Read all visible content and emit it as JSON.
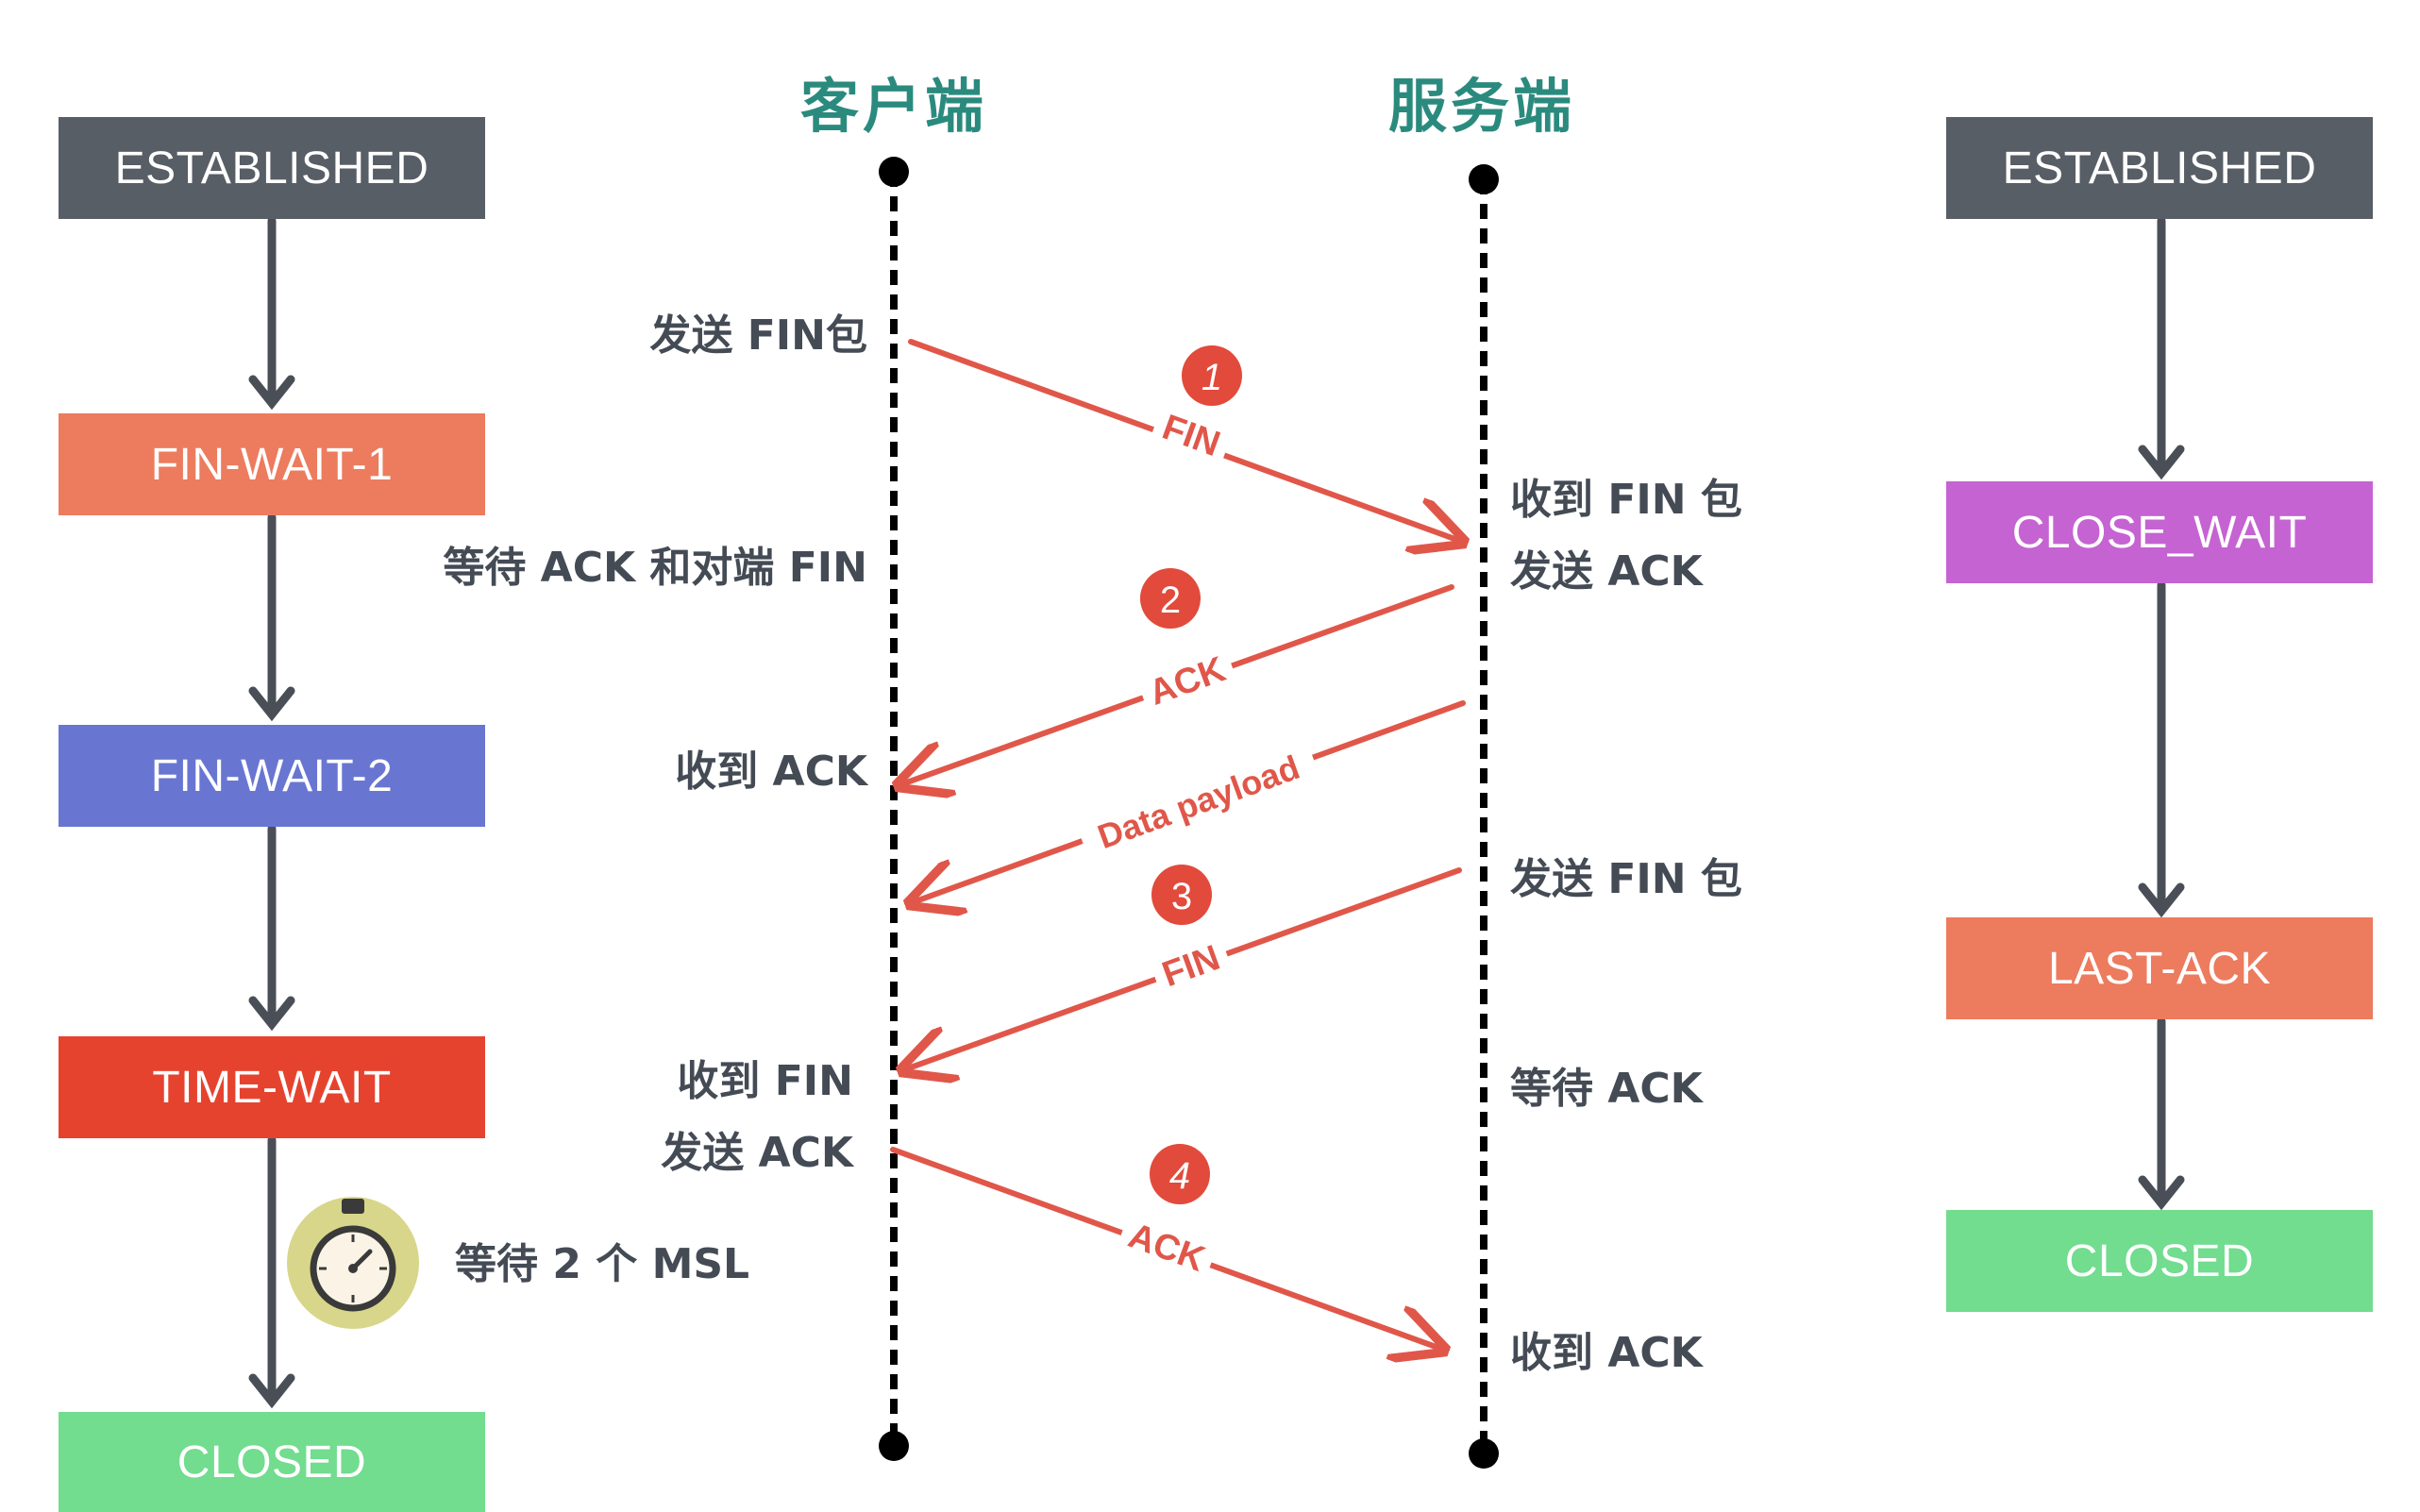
{
  "headers": {
    "client": "客户端",
    "server": "服务端"
  },
  "client_states": [
    {
      "label": "ESTABLISHED",
      "color": "#585e66"
    },
    {
      "label": "FIN-WAIT-1",
      "color": "#ed7b5e"
    },
    {
      "label": "FIN-WAIT-2",
      "color": "#6876d2"
    },
    {
      "label": "TIME-WAIT",
      "color": "#e6432f"
    },
    {
      "label": "CLOSED",
      "color": "#72dc8f"
    }
  ],
  "server_states": [
    {
      "label": "ESTABLISHED",
      "color": "#585e66"
    },
    {
      "label": "CLOSE_WAIT",
      "color": "#c563d2"
    },
    {
      "label": "LAST-ACK",
      "color": "#ed7b5e"
    },
    {
      "label": "CLOSED",
      "color": "#72dc8f"
    }
  ],
  "client_notes": {
    "send_fin": "发送 FIN包",
    "wait_ack_fin": "等待 ACK 和对端 FIN",
    "recv_ack": "收到 ACK",
    "recv_fin": "收到 FIN",
    "send_ack": "发送 ACK",
    "wait_2msl": "等待 2 个 MSL"
  },
  "server_notes": {
    "recv_fin": "收到 FIN 包",
    "send_ack": "发送 ACK",
    "send_fin": "发送 FIN 包",
    "wait_ack": "等待 ACK",
    "recv_ack": "收到 ACK"
  },
  "messages": [
    {
      "num": "1",
      "label": "FIN"
    },
    {
      "num": "2",
      "label": "ACK"
    },
    {
      "num": "",
      "label": "Data payload"
    },
    {
      "num": "3",
      "label": "FIN"
    },
    {
      "num": "4",
      "label": "ACK"
    }
  ],
  "colors": {
    "arrow": "#e0574a",
    "state_arrow": "#4a4f57",
    "header": "#2b8a7e",
    "timer": "#d8d68a"
  },
  "icons": {
    "timer": "stopwatch-icon"
  }
}
